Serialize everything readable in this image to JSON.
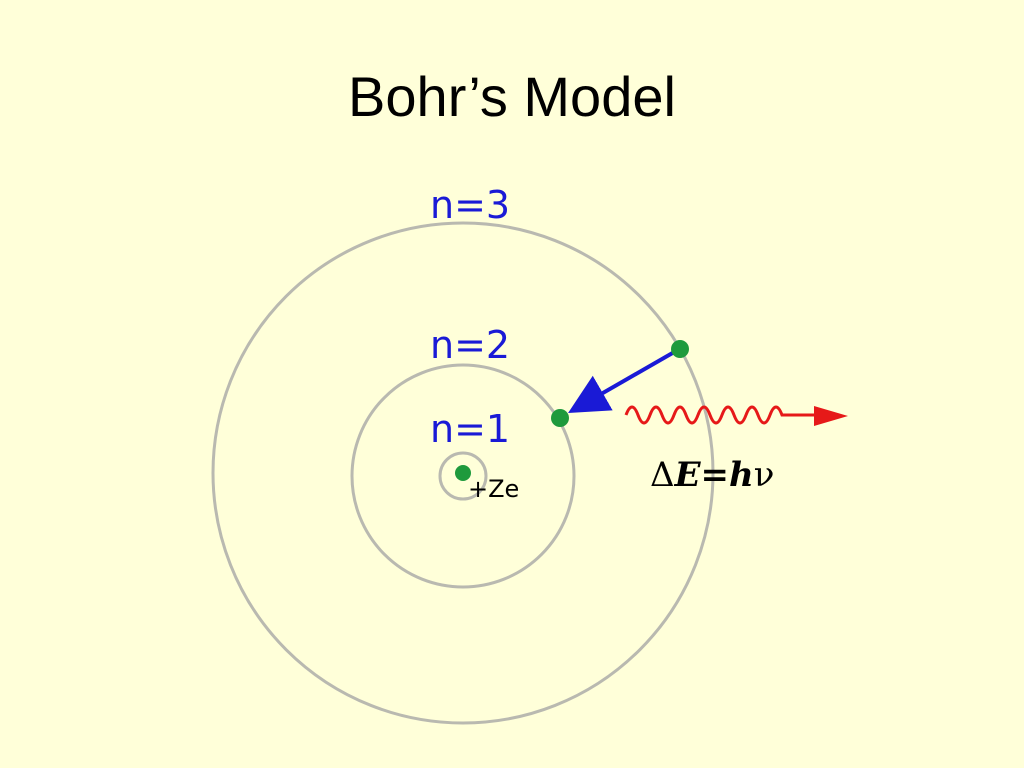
{
  "slide": {
    "title": "Bohr’s Model"
  },
  "diagram": {
    "orbits": [
      {
        "n": 1,
        "label": "n=1"
      },
      {
        "n": 2,
        "label": "n=2"
      },
      {
        "n": 3,
        "label": "n=3"
      }
    ],
    "nucleus_label": "+Ze",
    "energy_label": {
      "delta": "Δ",
      "E": "E",
      "equals": "=",
      "h": "h",
      "nu": "ν"
    },
    "colors": {
      "background": "#ffffd9",
      "orbit": "#b9b9b0",
      "label": "#1a1ad6",
      "electron": "#1e9a3c",
      "transition_arrow": "#1a1ad6",
      "photon": "#e61919"
    },
    "icons": [
      "transition-arrow",
      "photon-wave"
    ]
  }
}
